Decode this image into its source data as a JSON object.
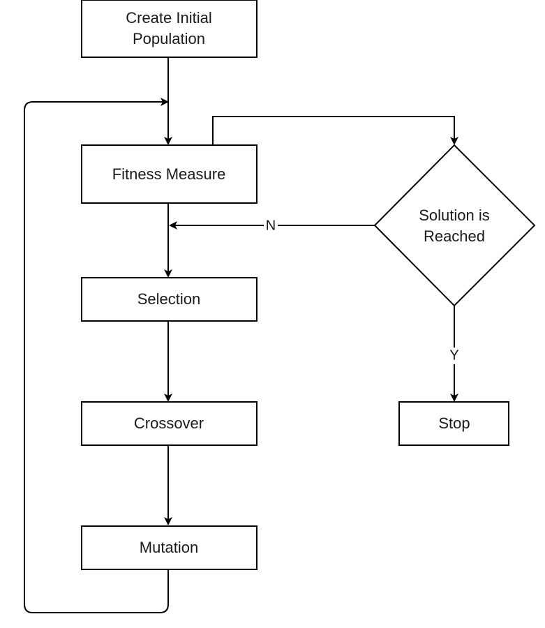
{
  "diagram": {
    "nodes": {
      "create": {
        "line1": "Create Initial",
        "line2": "Population"
      },
      "fitness": {
        "label": "Fitness Measure"
      },
      "selection": {
        "label": "Selection"
      },
      "crossover": {
        "label": "Crossover"
      },
      "mutation": {
        "label": "Mutation"
      },
      "decision": {
        "line1": "Solution is",
        "line2": "Reached"
      },
      "stop": {
        "label": "Stop"
      }
    },
    "edge_labels": {
      "no": "N",
      "yes": "Y"
    },
    "colors": {
      "stroke": "#000000",
      "fill": "#ffffff",
      "text": "#1a1a1a"
    }
  }
}
